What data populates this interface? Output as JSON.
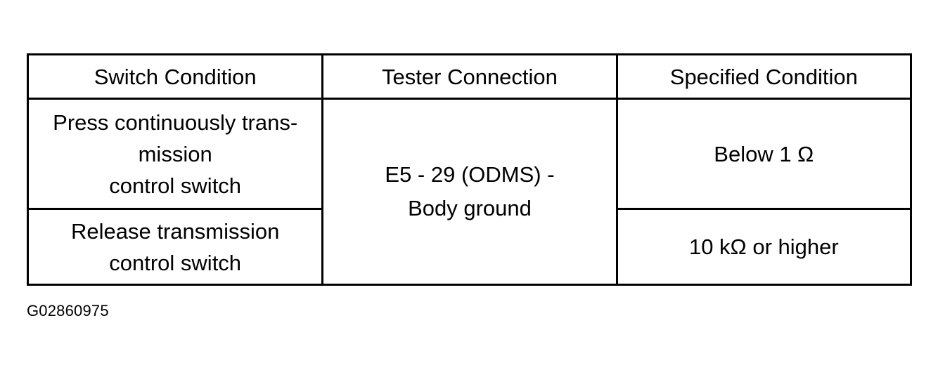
{
  "table": {
    "headers": [
      "Switch Condition",
      "Tester Connection",
      "Specified Condition"
    ],
    "rows": [
      {
        "switch_condition": [
          "Press continuously trans-",
          "mission",
          "control switch"
        ],
        "specified_condition": "Below 1 Ω"
      },
      {
        "switch_condition": [
          "Release transmission",
          "control switch"
        ],
        "specified_condition": "10 kΩ or higher"
      }
    ],
    "tester_connection": [
      "E5 - 29 (ODMS) -",
      "Body ground"
    ]
  },
  "figure_id": "G02860975"
}
